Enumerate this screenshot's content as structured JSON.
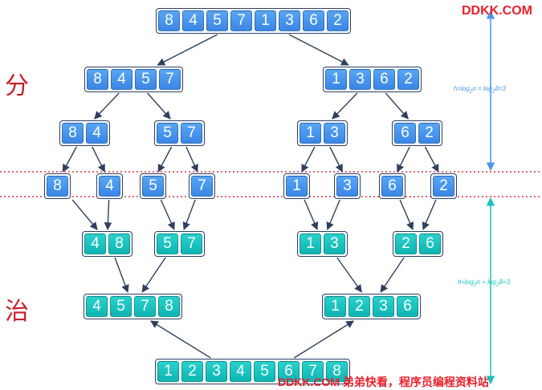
{
  "watermark_top": "DDKK.COM",
  "watermark_bottom": "DDKK.COM 弟弟快看，程序员编程资料站",
  "phases": {
    "divide": "分",
    "conquer": "治"
  },
  "height_label": {
    "prefix": "h=log",
    "sub1": "2",
    "mid": "n = log",
    "sub2": "2",
    "suffix": "8=3"
  },
  "colors": {
    "divide_fill": "#4a96ee",
    "conquer_fill": "#18c2c0",
    "arrow": "#2f4060",
    "separator": "#e03040",
    "height_divide": "#4a96ee",
    "height_conquer": "#18c2c0",
    "watermark": "#e8212c"
  },
  "arrays": [
    {
      "id": "root",
      "values": [
        "8",
        "4",
        "5",
        "7",
        "1",
        "3",
        "6",
        "2"
      ],
      "phase": "divide"
    },
    {
      "id": "d1-left",
      "values": [
        "8",
        "4",
        "5",
        "7"
      ],
      "phase": "divide"
    },
    {
      "id": "d1-right",
      "values": [
        "1",
        "3",
        "6",
        "2"
      ],
      "phase": "divide"
    },
    {
      "id": "d2-1",
      "values": [
        "8",
        "4"
      ],
      "phase": "divide"
    },
    {
      "id": "d2-2",
      "values": [
        "5",
        "7"
      ],
      "phase": "divide"
    },
    {
      "id": "d2-3",
      "values": [
        "1",
        "3"
      ],
      "phase": "divide"
    },
    {
      "id": "d2-4",
      "values": [
        "6",
        "2"
      ],
      "phase": "divide"
    },
    {
      "id": "leaf-1",
      "values": [
        "8"
      ],
      "phase": "divide"
    },
    {
      "id": "leaf-2",
      "values": [
        "4"
      ],
      "phase": "divide"
    },
    {
      "id": "leaf-3",
      "values": [
        "5"
      ],
      "phase": "divide"
    },
    {
      "id": "leaf-4",
      "values": [
        "7"
      ],
      "phase": "divide"
    },
    {
      "id": "leaf-5",
      "values": [
        "1"
      ],
      "phase": "divide"
    },
    {
      "id": "leaf-6",
      "values": [
        "3"
      ],
      "phase": "divide"
    },
    {
      "id": "leaf-7",
      "values": [
        "6"
      ],
      "phase": "divide"
    },
    {
      "id": "leaf-8",
      "values": [
        "2"
      ],
      "phase": "divide"
    },
    {
      "id": "m1-1",
      "values": [
        "4",
        "8"
      ],
      "phase": "conquer"
    },
    {
      "id": "m1-2",
      "values": [
        "5",
        "7"
      ],
      "phase": "conquer"
    },
    {
      "id": "m1-3",
      "values": [
        "1",
        "3"
      ],
      "phase": "conquer"
    },
    {
      "id": "m1-4",
      "values": [
        "2",
        "6"
      ],
      "phase": "conquer"
    },
    {
      "id": "m2-left",
      "values": [
        "4",
        "5",
        "7",
        "8"
      ],
      "phase": "conquer"
    },
    {
      "id": "m2-right",
      "values": [
        "1",
        "2",
        "3",
        "6"
      ],
      "phase": "conquer"
    },
    {
      "id": "sorted",
      "values": [
        "1",
        "2",
        "3",
        "4",
        "5",
        "6",
        "7",
        "8"
      ],
      "phase": "conquer"
    }
  ],
  "edges": [
    [
      "root",
      "d1-left"
    ],
    [
      "root",
      "d1-right"
    ],
    [
      "d1-left",
      "d2-1"
    ],
    [
      "d1-left",
      "d2-2"
    ],
    [
      "d1-right",
      "d2-3"
    ],
    [
      "d1-right",
      "d2-4"
    ],
    [
      "d2-1",
      "leaf-1"
    ],
    [
      "d2-1",
      "leaf-2"
    ],
    [
      "d2-2",
      "leaf-3"
    ],
    [
      "d2-2",
      "leaf-4"
    ],
    [
      "d2-3",
      "leaf-5"
    ],
    [
      "d2-3",
      "leaf-6"
    ],
    [
      "d2-4",
      "leaf-7"
    ],
    [
      "d2-4",
      "leaf-8"
    ],
    [
      "leaf-1",
      "m1-1"
    ],
    [
      "leaf-2",
      "m1-1"
    ],
    [
      "leaf-3",
      "m1-2"
    ],
    [
      "leaf-4",
      "m1-2"
    ],
    [
      "leaf-5",
      "m1-3"
    ],
    [
      "leaf-6",
      "m1-3"
    ],
    [
      "leaf-7",
      "m1-4"
    ],
    [
      "leaf-8",
      "m1-4"
    ],
    [
      "m1-1",
      "m2-left"
    ],
    [
      "m1-2",
      "m2-left"
    ],
    [
      "m1-3",
      "m2-right"
    ],
    [
      "m1-4",
      "m2-right"
    ],
    [
      "sorted",
      "m2-left"
    ],
    [
      "sorted",
      "m2-right"
    ]
  ]
}
